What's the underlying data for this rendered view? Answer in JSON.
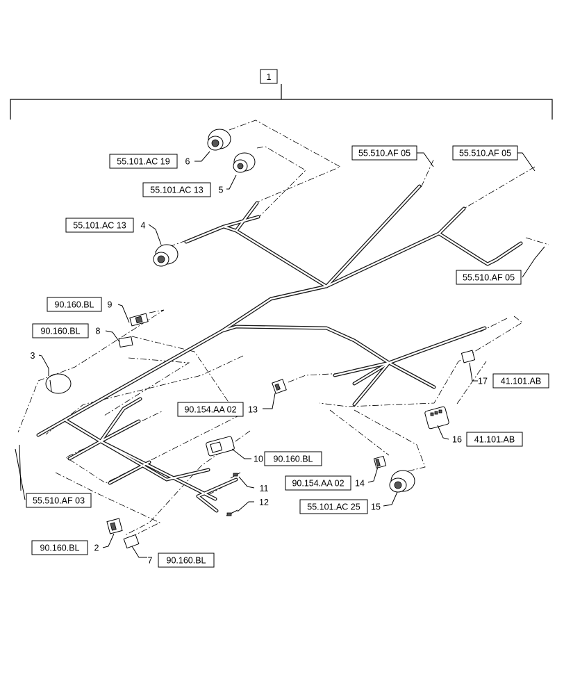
{
  "assembly": {
    "item": "1"
  },
  "callouts": [
    {
      "id": "c1",
      "item": "6",
      "ref": "55.101.AC 19"
    },
    {
      "id": "c2",
      "item": "5",
      "ref": "55.101.AC 13"
    },
    {
      "id": "c3",
      "item": "4",
      "ref": "55.101.AC 13"
    },
    {
      "id": "c4",
      "item": "9",
      "ref": "90.160.BL"
    },
    {
      "id": "c5",
      "item": "8",
      "ref": "90.160.BL"
    },
    {
      "id": "c6",
      "item": "3",
      "ref": ""
    },
    {
      "id": "c7",
      "item": "13",
      "ref": "90.154.AA 02"
    },
    {
      "id": "c8",
      "item": "10",
      "ref": "90.160.BL"
    },
    {
      "id": "c9",
      "item": "11",
      "ref": ""
    },
    {
      "id": "c10",
      "item": "12",
      "ref": ""
    },
    {
      "id": "c11",
      "item": "2",
      "ref": "90.160.BL"
    },
    {
      "id": "c12",
      "item": "7",
      "ref": "90.160.BL"
    },
    {
      "id": "c13",
      "item": "14",
      "ref": "90.154.AA 02"
    },
    {
      "id": "c14",
      "item": "15",
      "ref": "55.101.AC 25"
    },
    {
      "id": "c15",
      "item": "16",
      "ref": "41.101.AB"
    },
    {
      "id": "c16",
      "item": "17",
      "ref": "41.101.AB"
    }
  ],
  "wire_refs": [
    {
      "id": "w1",
      "ref": "55.510.AF 05"
    },
    {
      "id": "w2",
      "ref": "55.510.AF 05"
    },
    {
      "id": "w3",
      "ref": "55.510.AF 05"
    },
    {
      "id": "w4",
      "ref": "55.510.AF 03"
    }
  ]
}
